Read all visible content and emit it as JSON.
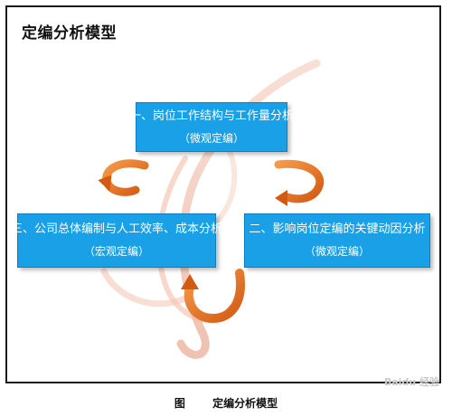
{
  "diagram": {
    "title": "定编分析模型",
    "boxes": {
      "top": {
        "line1": "一、岗位工作结构与工作量分析",
        "line2": "（微观定编）"
      },
      "left": {
        "line1": "三、公司总体编制与人工效率、成本分析",
        "line2": "（宏观定编）"
      },
      "right": {
        "line1": "二、影响岗位定编的关键动因分析",
        "line2": "（微观定编）"
      }
    },
    "colors": {
      "box_fill": "#1aa0e6",
      "arrow": "#e8701f",
      "deco_swirl": "#f2c4b4"
    }
  },
  "caption": {
    "figure_label": "图",
    "text": "定编分析模型"
  }
}
